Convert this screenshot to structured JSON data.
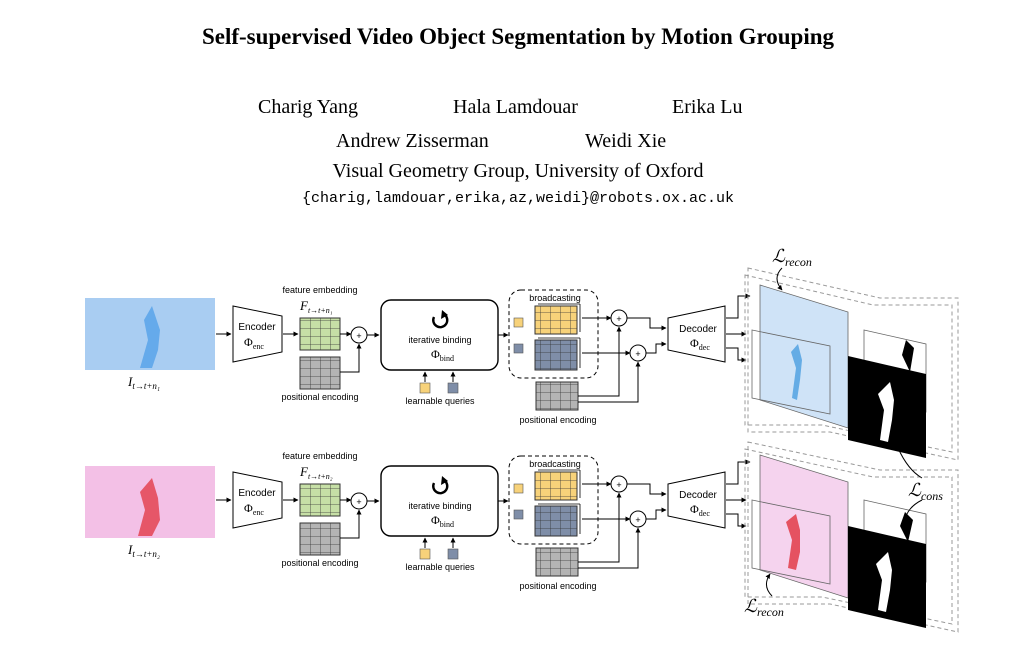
{
  "paper": {
    "title": "Self-supervised Video Object Segmentation by Motion Grouping",
    "authors": [
      "Charig Yang",
      "Hala Lamdouar",
      "Erika Lu",
      "Andrew Zisserman",
      "Weidi Xie"
    ],
    "affiliation": "Visual Geometry Group, University of Oxford",
    "emails": "{charig,lamdouar,erika,az,weidi}@robots.ox.ac.uk"
  },
  "figure": {
    "rows": [
      {
        "input_label": "I",
        "input_sub": "t→t+n₁",
        "flow_color": "#9ec8f0",
        "feature_embedding": "feature embedding",
        "feature_symbol": "F",
        "feature_sub": "t→t+n₁",
        "encoder": "Encoder",
        "encoder_phi": "Φ",
        "encoder_phi_sub": "enc",
        "positional_encoding_1": "positional encoding",
        "iterative_binding": "iterative binding",
        "binding_phi": "Φ",
        "binding_phi_sub": "bind",
        "learnable_queries": "learnable queries",
        "broadcasting": "broadcasting",
        "positional_encoding_2": "positional encoding",
        "decoder": "Decoder",
        "decoder_phi": "Φ",
        "decoder_phi_sub": "dec",
        "loss_symbol": "ℒ",
        "loss_sub": "recon"
      },
      {
        "input_label": "I",
        "input_sub": "t→t+n₂",
        "flow_color": "#f0b0e0",
        "feature_embedding": "feature embedding",
        "feature_symbol": "F",
        "feature_sub": "t→t+n₂",
        "encoder": "Encoder",
        "encoder_phi": "Φ",
        "encoder_phi_sub": "enc",
        "positional_encoding_1": "positional encoding",
        "iterative_binding": "iterative binding",
        "binding_phi": "Φ",
        "binding_phi_sub": "bind",
        "learnable_queries": "learnable queries",
        "broadcasting": "broadcasting",
        "positional_encoding_2": "positional encoding",
        "decoder": "Decoder",
        "decoder_phi": "Φ",
        "decoder_phi_sub": "dec",
        "loss_symbol": "ℒ",
        "loss_sub": "recon"
      }
    ],
    "consistency_loss_symbol": "ℒ",
    "consistency_loss_sub": "cons",
    "plus_sign": "+",
    "colors": {
      "feature_green": "#c6dfa6",
      "positional_gray": "#b4b4b4",
      "query_yellow": "#f7d27a",
      "query_blue": "#7f8ea8",
      "broadcast_yellow": "#f7d27a",
      "broadcast_blue": "#7f8ea8"
    }
  }
}
